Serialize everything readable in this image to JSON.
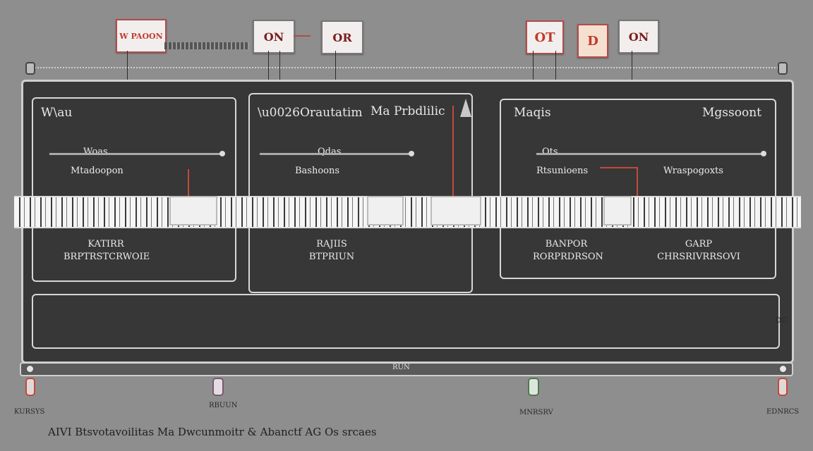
{
  "top_tags": [
    "W PAOON",
    "ON",
    "OR",
    "OT",
    "D",
    "ON"
  ],
  "panels": {
    "left_title": "W\\au",
    "center_title_left": "\\u0026Orautatim",
    "center_title_right": "Ma Prbdlilic",
    "right_title_left": "Maqis",
    "right_title_right": "Mgssoont"
  },
  "slider_labels": [
    "Woas",
    "Qdas",
    "Ots"
  ],
  "field_labels": [
    "Mtadoopon",
    "Bashoons",
    "Rtsunioens",
    "Wraspogoxts"
  ],
  "captions": {
    "left": [
      "KATIRR",
      "BRPTRSTCRWOIE"
    ],
    "center": [
      "RAJIIS",
      "BTPRIUN"
    ],
    "right_a": [
      "BANPOR",
      "RORPRDRSON"
    ],
    "right_b": [
      "GARP",
      "CHRSRIVRRSOVI"
    ]
  },
  "bottom_bar_label": "RUN",
  "foot_labels": [
    "KURSYS",
    "RBUUN",
    "MNRSRV",
    "EDNRCS"
  ],
  "side_label": "DC",
  "footer_text": "AIVI Btsvotavoilitas Ma Dwcunmoitr & Abanctf AG Os srcaes",
  "colors": {
    "background": "#8e8e8e",
    "panel": "#373737",
    "accent": "#c24a3a"
  }
}
